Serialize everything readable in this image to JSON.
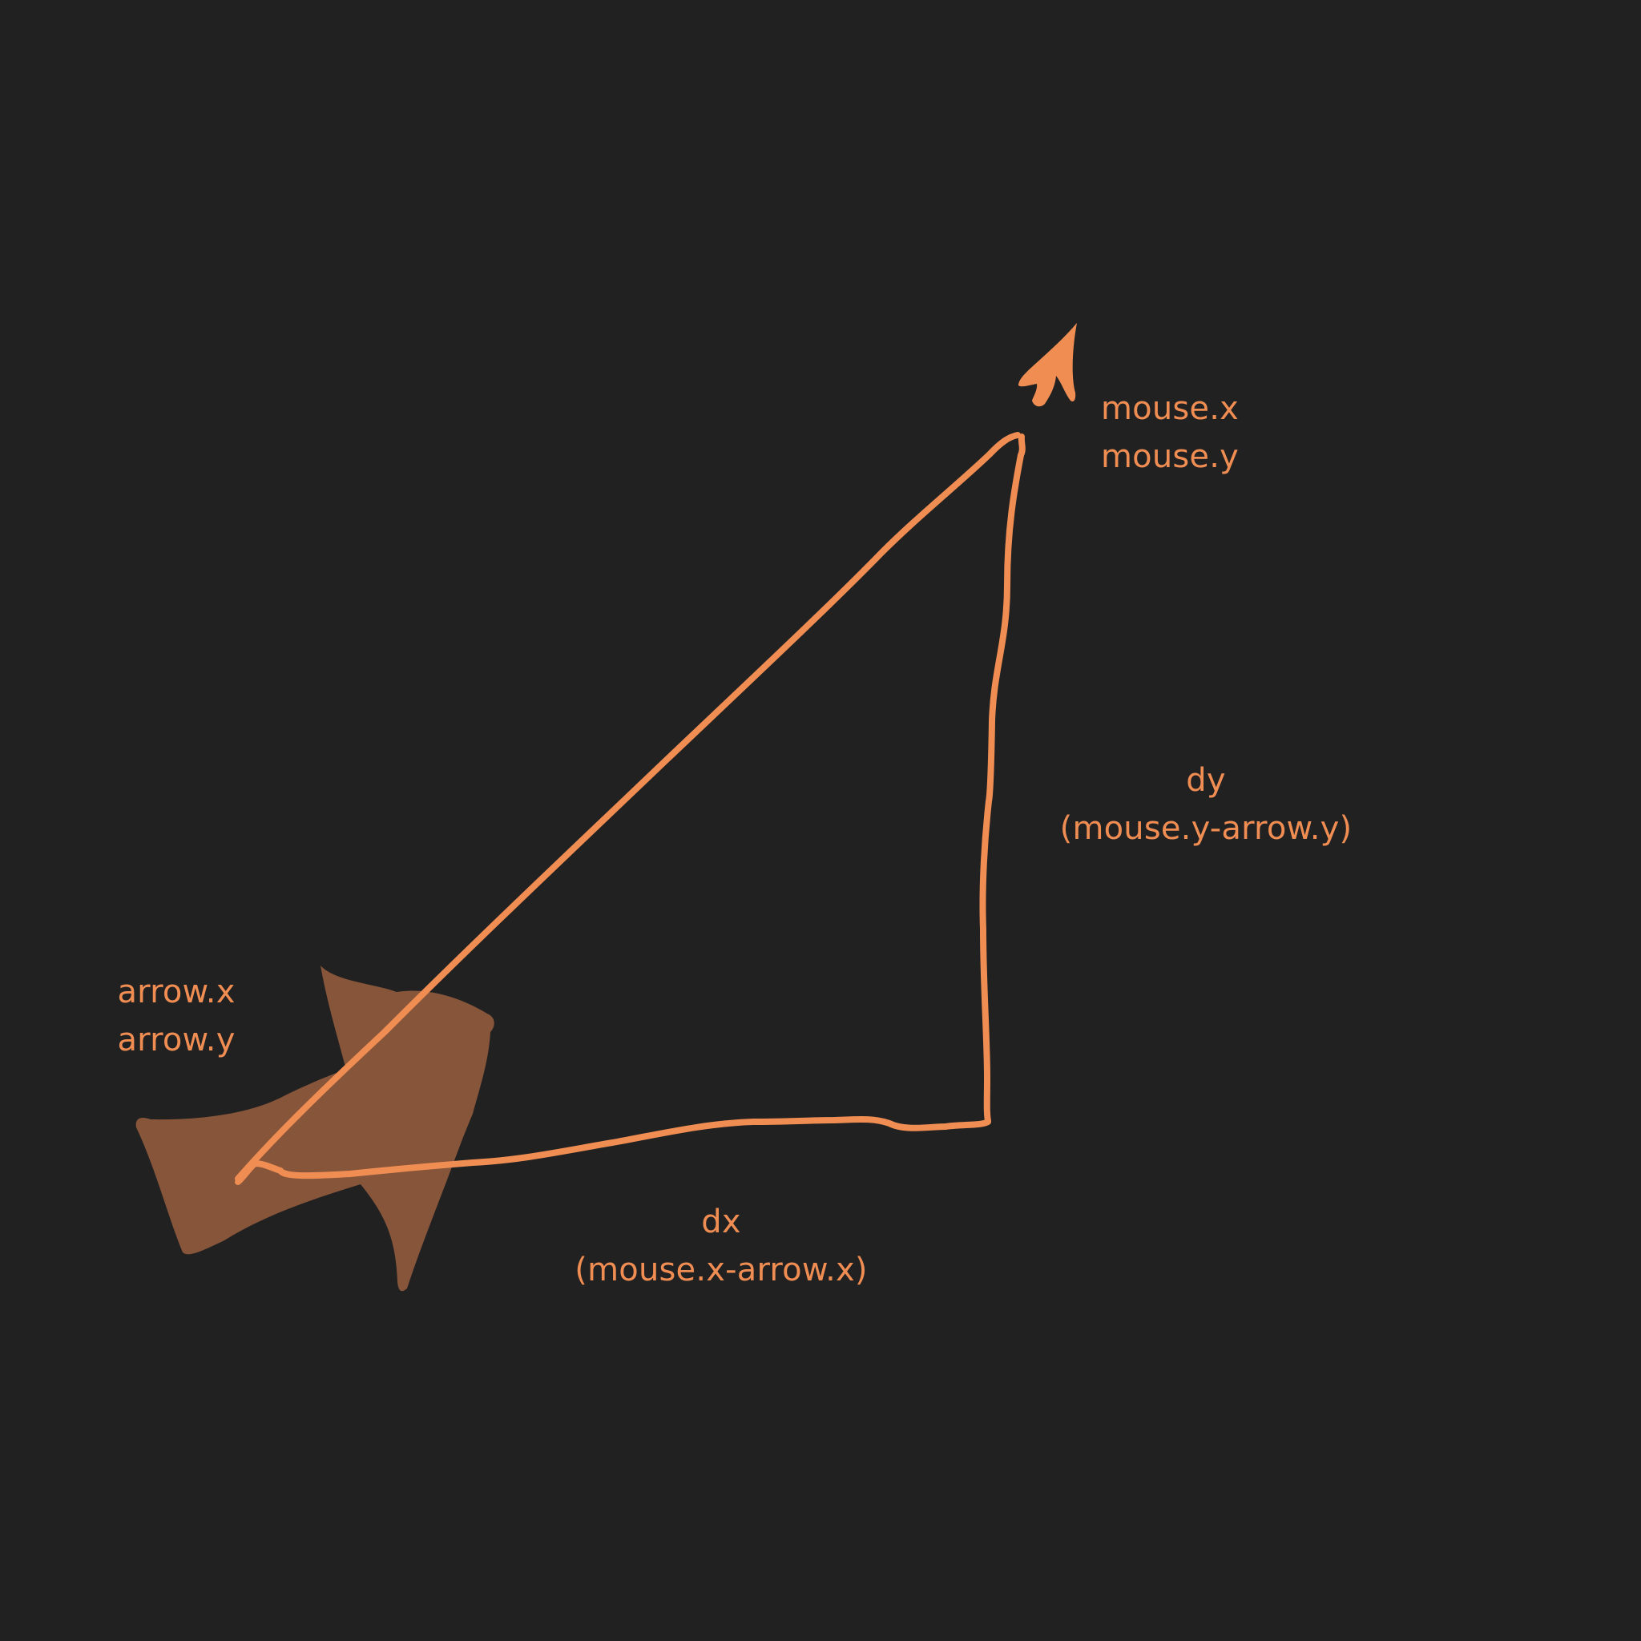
{
  "colors": {
    "background": "#212121",
    "stroke": "#f08d53",
    "text": "#f08d53",
    "sprite": "#87553a"
  },
  "shapes": {
    "sprite": "arrow-sprite-icon",
    "cursor": "mouse-cursor-icon"
  },
  "labels": {
    "mouse": {
      "line1": "mouse.x",
      "line2": "mouse.y"
    },
    "arrow": {
      "line1": "arrow.x",
      "line2": "arrow.y"
    },
    "dy": {
      "line1": "dy",
      "line2": "(mouse.y-arrow.y)"
    },
    "dx": {
      "line1": "dx",
      "line2": "(mouse.x-arrow.x)"
    }
  }
}
